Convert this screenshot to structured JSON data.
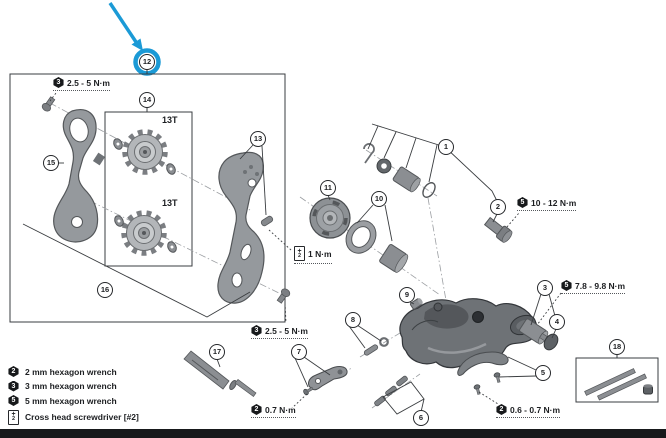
{
  "figure": {
    "highlight_color": "#1b9ad6"
  },
  "callouts": {
    "c1": "1",
    "c2": "2",
    "c3": "3",
    "c4": "4",
    "c5": "5",
    "c6": "6",
    "c7": "7",
    "c8": "8",
    "c9": "9",
    "c10": "10",
    "c11": "11",
    "c12": "12",
    "c13": "13",
    "c14": "14",
    "c15": "15",
    "c16": "16",
    "c17": "17",
    "c18": "18"
  },
  "pulleys": {
    "upper_teeth": "13T",
    "lower_teeth": "13T"
  },
  "torques": {
    "t1": {
      "tool": "3",
      "value": "2.5 - 5 N·m"
    },
    "t2": {
      "tool": "3",
      "value": "2.5 - 5 N·m"
    },
    "t3": {
      "cross": "+",
      "tool": "2",
      "value": "1 N·m"
    },
    "t4": {
      "tool": "5",
      "value": "10 - 12 N·m"
    },
    "t5": {
      "tool": "5",
      "value": "7.8 - 9.8 N·m"
    },
    "t6": {
      "tool": "2",
      "value": "0.7 N·m"
    },
    "t7": {
      "tool": "2",
      "value": "0.6 - 0.7 N·m"
    }
  },
  "legend": {
    "items": [
      {
        "tool": "2",
        "label": "2 mm hexagon wrench"
      },
      {
        "tool": "3",
        "label": "3 mm hexagon wrench"
      },
      {
        "tool": "5",
        "label": "5 mm hexagon wrench"
      },
      {
        "cross": "+",
        "tool": "2",
        "label": "Cross head screwdriver [#2]"
      }
    ]
  }
}
